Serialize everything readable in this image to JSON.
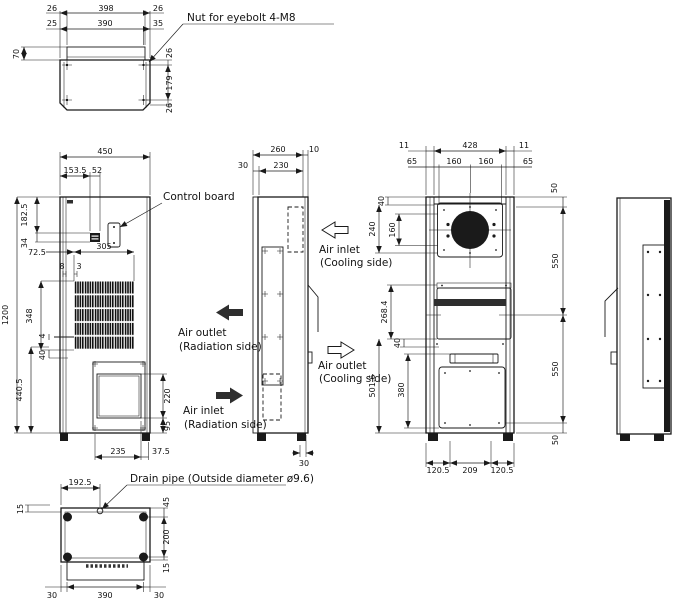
{
  "annotations": {
    "nut": "Nut for eyebolt 4-M8",
    "control_board": "Control board",
    "drain_pipe": "Drain pipe (Outside diameter ø9.6)",
    "air_outlet_radiation_line1": "Air outlet",
    "air_outlet_radiation_line2": "(Radiation side)",
    "air_inlet_radiation_line1": "Air inlet",
    "air_inlet_radiation_line2": "(Radiation side)",
    "air_inlet_cooling_line1": "Air inlet",
    "air_inlet_cooling_line2": "(Cooling side)",
    "air_outlet_cooling_line1": "Air outlet",
    "air_outlet_cooling_line2": "(Cooling side)"
  },
  "top_view": {
    "margin_left": "26",
    "flange_width": "398",
    "margin_right": "26",
    "nut_offset_left": "25",
    "nut_span": "390",
    "nut_offset_right": "35",
    "flange_depth": "70",
    "depth_margin_top": "26",
    "nut_depth_span": "179",
    "depth_margin_bottom": "26"
  },
  "front_view": {
    "width": "450",
    "board_offset": "153.5",
    "board_width": "52",
    "board_top": "182.5",
    "board_height": "34",
    "grille_offset": "72.5",
    "grille_width": "305",
    "edge_gap_a": "8",
    "edge_gap_b": "3",
    "height": "1200",
    "grille_height": "348",
    "gap_small": "4",
    "gap_lower": "40",
    "lower_height": "440.5",
    "inlet_height": "220",
    "inlet_bottom": "95",
    "inlet_width": "235",
    "inlet_offset_right": "37.5"
  },
  "side_view": {
    "depth": "260",
    "rear_gap": "10",
    "front_gap": "30",
    "body_depth": "230",
    "bottom_gap": "30"
  },
  "rear_view": {
    "side_left": "11",
    "width": "428",
    "side_right": "11",
    "fan_margin_left": "65",
    "fan_pitch_left": "160",
    "fan_pitch_right": "160",
    "fan_margin_right": "65",
    "top_gap": "40",
    "fan_pitch_v": "160",
    "fan_frame_v": "240",
    "mid_height": "268.4",
    "lower_height": "501.6",
    "lower_gap": "40",
    "panel_height": "380",
    "right_top": "50",
    "right_upper": "550",
    "right_lower": "550",
    "right_bottom": "50",
    "base_left": "120.5",
    "base_center": "209",
    "base_right": "120.5"
  },
  "bottom_view": {
    "drain_offset": "192.5",
    "drain_edge": "15",
    "depth_top": "45",
    "depth_mid": "200",
    "depth_bottom": "15",
    "base_left": "30",
    "base_width": "390",
    "base_right": "30"
  }
}
